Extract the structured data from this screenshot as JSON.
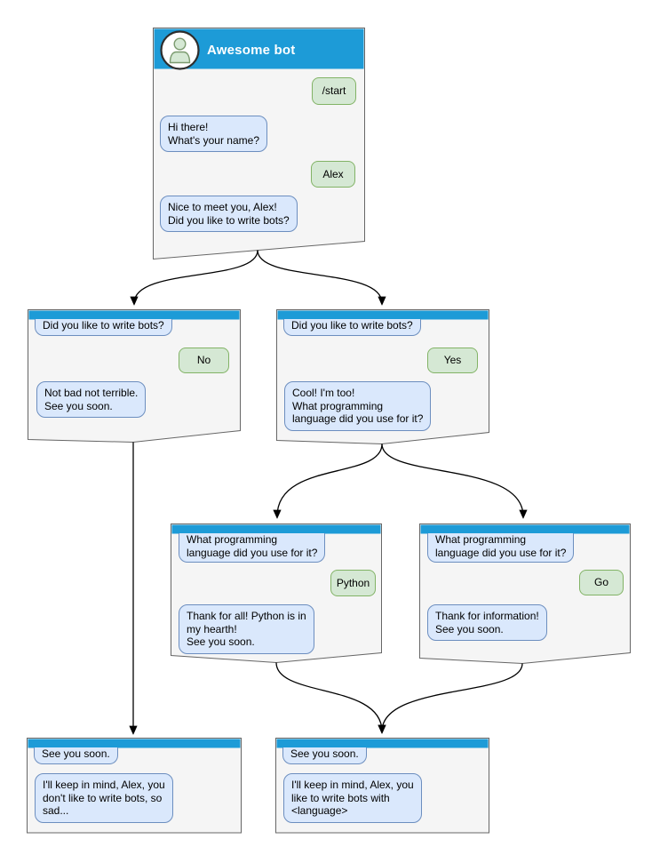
{
  "colors": {
    "header_blue": "#1d9bd7",
    "window_fill": "#f5f5f5",
    "window_border": "#666666",
    "bot_bubble_fill": "#dae8fc",
    "bot_bubble_border": "#6c8ebf",
    "user_bubble_fill": "#d5e8d4",
    "user_bubble_border": "#82b366",
    "title_text": "#ffffff",
    "arrow": "#000000"
  },
  "root_window": {
    "title": "Awesome bot",
    "avatar_icon": "user-icon",
    "messages": {
      "start": "/start",
      "greeting": "Hi there!\nWhat's your name?",
      "name_reply": "Alex",
      "bots_question": "Nice to meet you, Alex!\nDid you like to write bots?"
    }
  },
  "no_branch_window": {
    "question": "Did you like to write bots?",
    "answer": "No",
    "reply": "Not bad not terrible.\nSee you soon."
  },
  "yes_branch_window": {
    "question": "Did you like to write bots?",
    "answer": "Yes",
    "reply": "Cool! I'm too!\nWhat programming\nlanguage did you use for it?"
  },
  "python_branch_window": {
    "question": "What programming\nlanguage did you use for it?",
    "answer": "Python",
    "reply": "Thank for all! Python is in\nmy hearth!\nSee you soon."
  },
  "go_branch_window": {
    "question": "What programming\nlanguage did you use for it?",
    "answer": "Go",
    "reply": "Thank for information!\nSee you soon."
  },
  "goodbye_no_window": {
    "question": "See you soon.",
    "reply": "I'll keep in mind, Alex, you\ndon't like to write bots, so\nsad..."
  },
  "goodbye_yes_window": {
    "question": "See you soon.",
    "reply": "I'll keep in mind, Alex, you\nlike to write bots with\n<language>"
  }
}
